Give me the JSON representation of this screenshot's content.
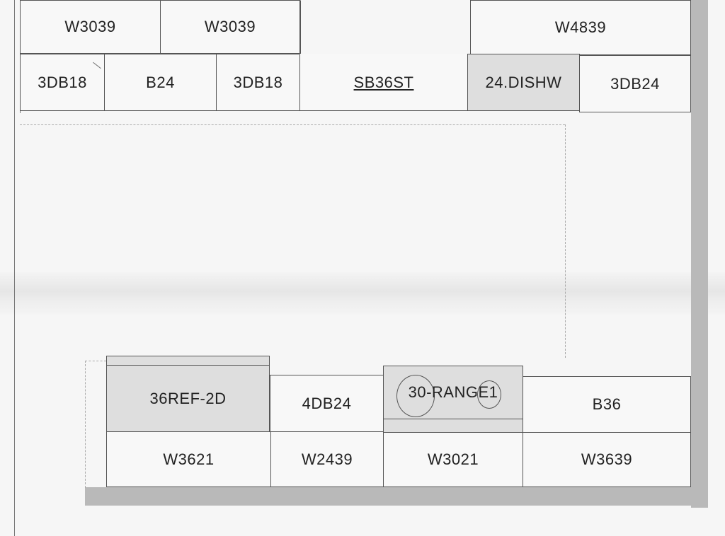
{
  "cabinets": {
    "upper_left_1": "W3039",
    "upper_left_2": "W3039",
    "upper_right": "W4839",
    "base_left_db": "3DB18",
    "base_b24": "B24",
    "base_db18_2": "3DB18",
    "sink": "SB36ST",
    "dishwasher": "24.DISHW",
    "base_db24": "3DB24",
    "refrigerator": "36REF-2D",
    "db24_lower": "4DB24",
    "range": "30-RANGE1",
    "b36": "B36",
    "w3621": "W3621",
    "w2439": "W2439",
    "w3021": "W3021",
    "w3639": "W3639"
  },
  "colors": {
    "appliance_fill": "#dedede",
    "wall_fill": "#b9b9b9"
  }
}
